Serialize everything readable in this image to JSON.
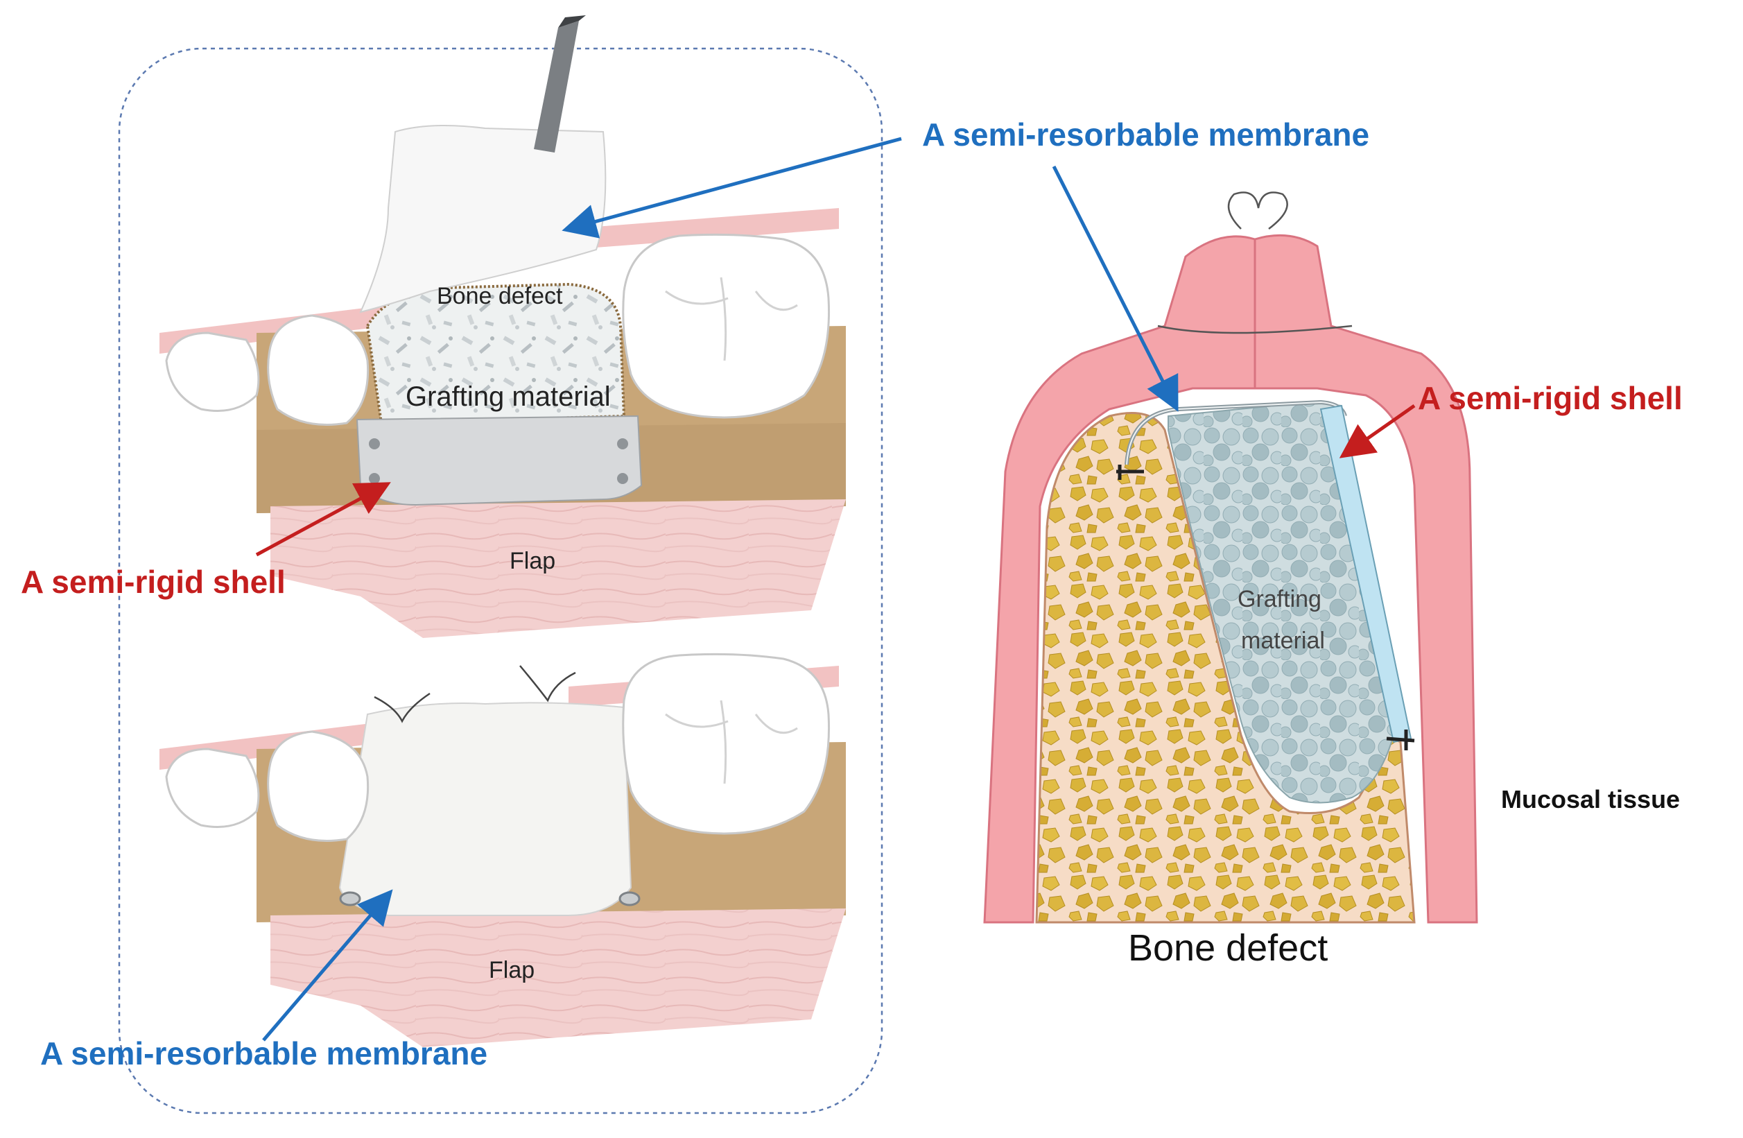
{
  "labels": {
    "membrane_top_right": "A semi-resorbable membrane",
    "membrane_bottom_left": "A semi-resorbable membrane",
    "shell_left": "A semi-rigid shell",
    "shell_right": "A semi-rigid shell",
    "bone_defect_left": "Bone defect",
    "grafting_left": "Grafting material",
    "flap_top": "Flap",
    "flap_bottom": "Flap",
    "grafting_right_line1": "Grafting",
    "grafting_right_line2": "material",
    "mucosal": "Mucosal tissue",
    "bone_defect_right": "Bone defect"
  },
  "colors": {
    "membrane_label": "#1f6fbf",
    "shell_label": "#c41e1e",
    "gingiva": "#f4a4aa",
    "bone_tissue": "#c8a678",
    "cancellous_bone": "#d9b43a",
    "graft_particles": "#b9cdd3",
    "flap": "#f3d0cf"
  }
}
